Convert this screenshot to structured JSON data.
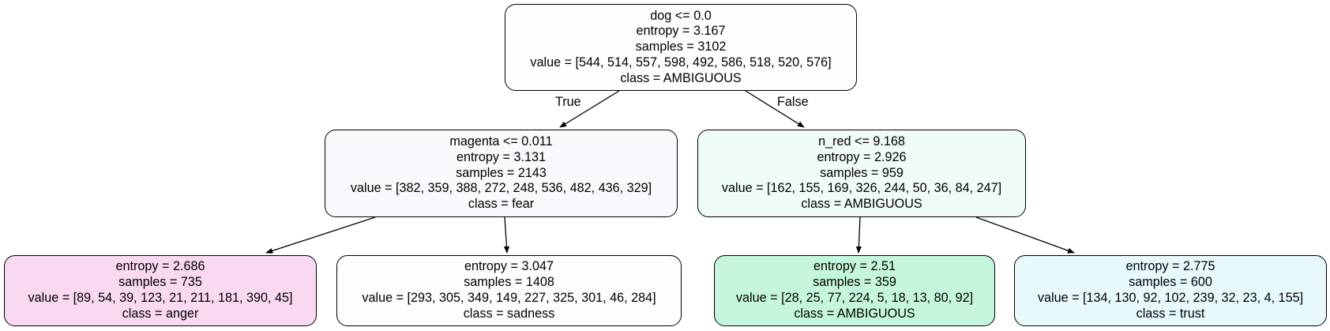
{
  "nodes": [
    {
      "lines": [
        "dog <= 0.0",
        "entropy = 3.167",
        "samples = 3102",
        "value = [544, 514, 557, 598, 492, 586, 518, 520, 576]",
        "class = AMBIGUOUS"
      ],
      "fill": "#fefefe"
    },
    {
      "lines": [
        "magenta <= 0.011",
        "entropy = 3.131",
        "samples = 2143",
        "value = [382, 359, 388, 272, 248, 536, 482, 436, 329]",
        "class = fear"
      ],
      "fill": "#f8f9fd"
    },
    {
      "lines": [
        "n_red <= 9.168",
        "entropy = 2.926",
        "samples = 959",
        "value = [162, 155, 169, 326, 244, 50, 36, 84, 247]",
        "class = AMBIGUOUS"
      ],
      "fill": "#effbf5"
    },
    {
      "lines": [
        "entropy = 2.686",
        "samples = 735",
        "value = [89, 54, 39, 123, 21, 211, 181, 390, 45]",
        "class = anger"
      ],
      "fill": "#f9d8f2"
    },
    {
      "lines": [
        "entropy = 3.047",
        "samples = 1408",
        "value = [293, 305, 349, 149, 227, 325, 301, 46, 284]",
        "class = sadness"
      ],
      "fill": "#fdfdfb"
    },
    {
      "lines": [
        "entropy = 2.51",
        "samples = 359",
        "value = [28, 25, 77, 224, 5, 18, 13, 80, 92]",
        "class = AMBIGUOUS"
      ],
      "fill": "#c5f6dd"
    },
    {
      "lines": [
        "entropy = 2.775",
        "samples = 600",
        "value = [134, 130, 92, 102, 239, 32, 23, 4, 155]",
        "class = trust"
      ],
      "fill": "#e7f9fb"
    }
  ],
  "edge_labels": {
    "true": "True",
    "false": "False"
  },
  "colors": {
    "stroke": "#000000"
  }
}
